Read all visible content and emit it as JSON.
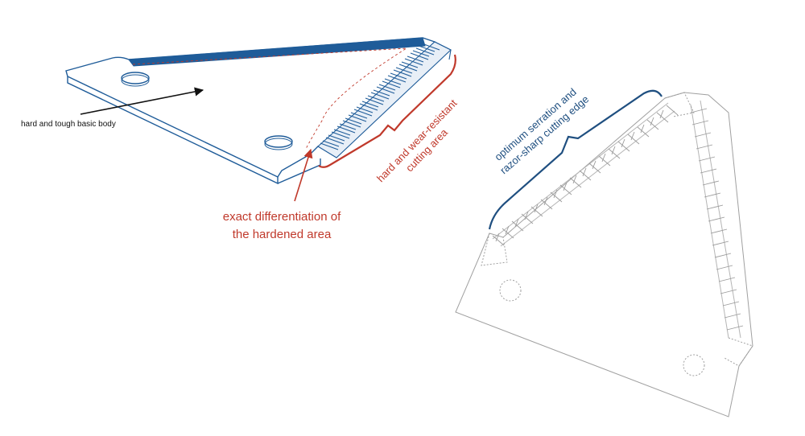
{
  "labels": {
    "body": "hard and tough basic body",
    "cutting_area_line1": "hard and wear-resistant",
    "cutting_area_line2": "cutting area",
    "differentiation_line1": "exact differentiation of",
    "differentiation_line2": "the hardened area",
    "serration_line1": "optimum serration and",
    "serration_line2": "razor-sharp cutting edge"
  },
  "colors": {
    "blue_outline": "#1f5c99",
    "red_label": "#c0392b",
    "dark_blue_label": "#1f4f80",
    "gray_outline": "#9a9a9a",
    "black_arrow": "#111111"
  }
}
